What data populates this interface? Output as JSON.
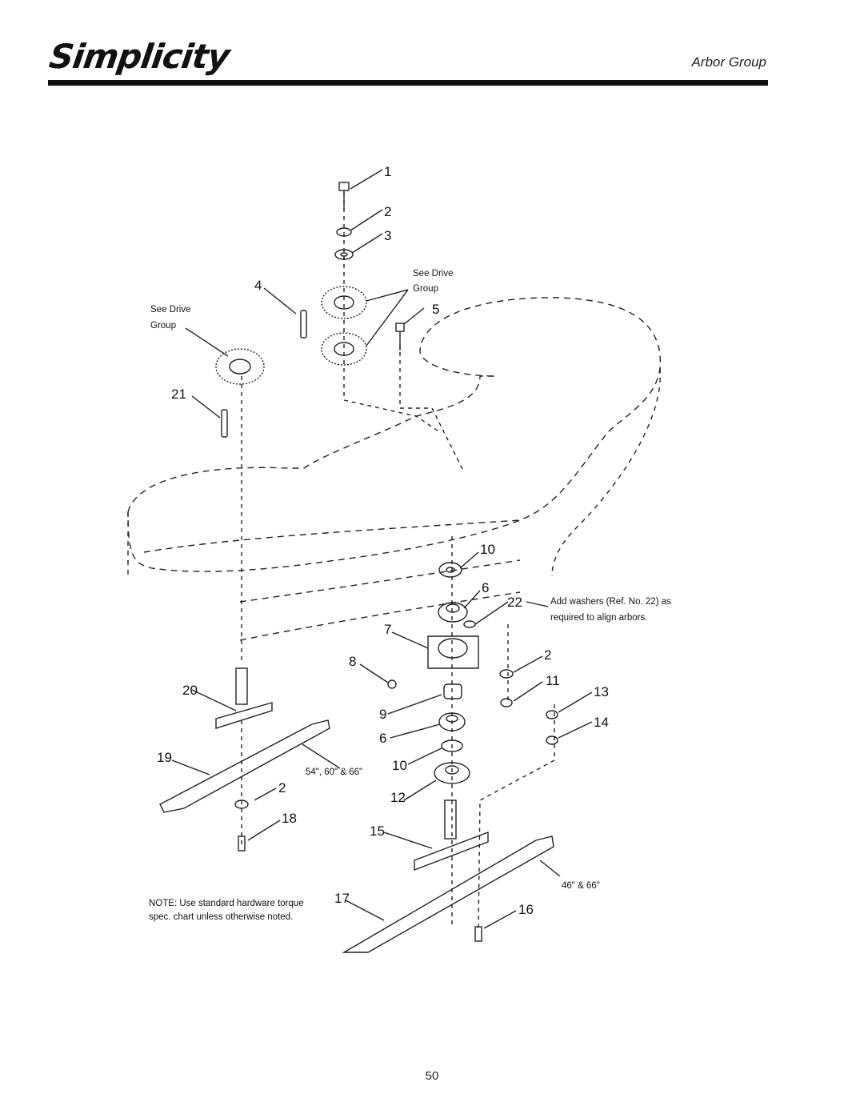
{
  "header": {
    "brand": "Simplicity",
    "section_title": "Arbor Group"
  },
  "callouts": {
    "c1": "1",
    "c2": "2",
    "c3": "3",
    "c4": "4",
    "c5": "5",
    "c6": "6",
    "c6b": "6",
    "c7": "7",
    "c8": "8",
    "c9": "9",
    "c10": "10",
    "c10b": "10",
    "c11": "11",
    "c12": "12",
    "c13": "13",
    "c14": "14",
    "c15": "15",
    "c16": "16",
    "c17": "17",
    "c18": "18",
    "c19": "19",
    "c20": "20",
    "c21": "21",
    "c22": "22",
    "c2b": "2",
    "c2c": "2"
  },
  "labels": {
    "see_drive_right_1": "See Drive",
    "see_drive_right_2": "Group",
    "see_drive_left_1": "See Drive",
    "see_drive_left_2": "Group",
    "washers_1": "Add washers (Ref. No. 22) as",
    "washers_2": "required to align arbors.",
    "blade_size_large": "54\", 60\" & 66\"",
    "blade_size_small": "46\" & 66\""
  },
  "note": "NOTE: Use standard hardware torque spec. chart unless otherwise noted.",
  "page_number": "50"
}
